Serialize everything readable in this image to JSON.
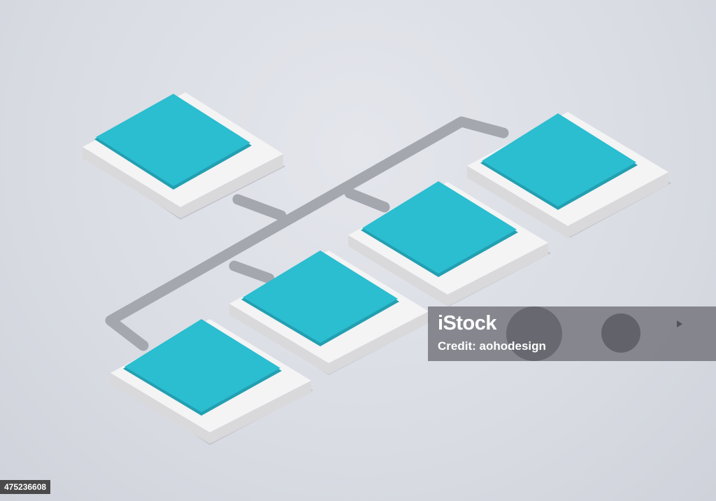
{
  "diagram": {
    "node_count": 5,
    "colors": {
      "card_face": "#2bbdd0",
      "card_face_edge": "#239fb1",
      "base_top": "#f3f3f3",
      "base_side": "#dcdcdc",
      "connector": "#a4a7ae",
      "background": "#dcdfe5"
    }
  },
  "watermark": {
    "logo": "iStock",
    "credit": "Credit: aohodesign"
  },
  "image_id": "475236608"
}
